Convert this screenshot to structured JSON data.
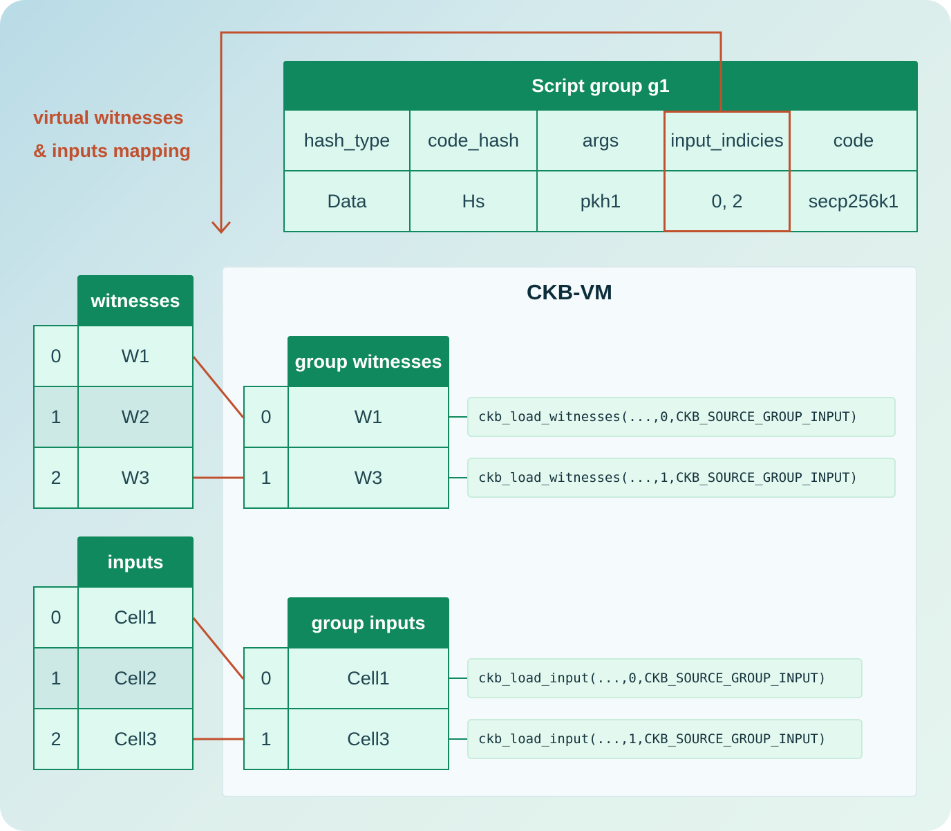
{
  "caption": {
    "line1": "virtual witnesses",
    "line2": "& inputs mapping"
  },
  "script_group": {
    "title": "Script group g1",
    "headers": [
      "hash_type",
      "code_hash",
      "args",
      "input_indicies",
      "code"
    ],
    "values": [
      "Data",
      "Hs",
      "pkh1",
      "0, 2",
      "secp256k1"
    ]
  },
  "vm": {
    "title": "CKB-VM"
  },
  "witnesses": {
    "title": "witnesses",
    "rows": [
      {
        "index": "0",
        "value": "W1"
      },
      {
        "index": "1",
        "value": "W2"
      },
      {
        "index": "2",
        "value": "W3"
      }
    ]
  },
  "inputs": {
    "title": "inputs",
    "rows": [
      {
        "index": "0",
        "value": "Cell1"
      },
      {
        "index": "1",
        "value": "Cell2"
      },
      {
        "index": "2",
        "value": "Cell3"
      }
    ]
  },
  "group_witnesses": {
    "title": "group witnesses",
    "rows": [
      {
        "index": "0",
        "value": "W1",
        "call": "ckb_load_witnesses(...,0,CKB_SOURCE_GROUP_INPUT)"
      },
      {
        "index": "1",
        "value": "W3",
        "call": "ckb_load_witnesses(...,1,CKB_SOURCE_GROUP_INPUT)"
      }
    ]
  },
  "group_inputs": {
    "title": "group inputs",
    "rows": [
      {
        "index": "0",
        "value": "Cell1",
        "call": "ckb_load_input(...,0,CKB_SOURCE_GROUP_INPUT)"
      },
      {
        "index": "1",
        "value": "Cell3",
        "call": "ckb_load_input(...,1,CKB_SOURCE_GROUP_INPUT)"
      }
    ]
  },
  "colors": {
    "header_green": "#10895e",
    "accent_orange": "#c1502e",
    "cell_fill": "#def9ef",
    "cell_fill_dim": "#cde9e5",
    "vm_panel": "#f5fbfd"
  }
}
